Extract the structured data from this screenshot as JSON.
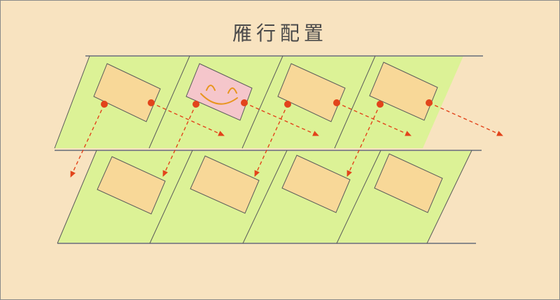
{
  "title": "雁行配置",
  "colors": {
    "background": "#f8e3c0",
    "lot_fill": "#dcf296",
    "lot_border": "#5a5a5a",
    "house_fill": "#f8d898",
    "house_border": "#5a5a5a",
    "highlight_house_fill": "#f5c6cb",
    "smile_stroke": "#e8951e",
    "arrow_color": "#e2441b",
    "dot_color": "#e2441b"
  },
  "rows": [
    {
      "name": "upper-row",
      "lots": 4,
      "highlighted_lot": 2
    },
    {
      "name": "lower-row",
      "lots": 4,
      "highlighted_lot": null
    }
  ],
  "icons": {
    "face": "smile-face-icon",
    "arrow": "dashed-arrow-icon"
  }
}
